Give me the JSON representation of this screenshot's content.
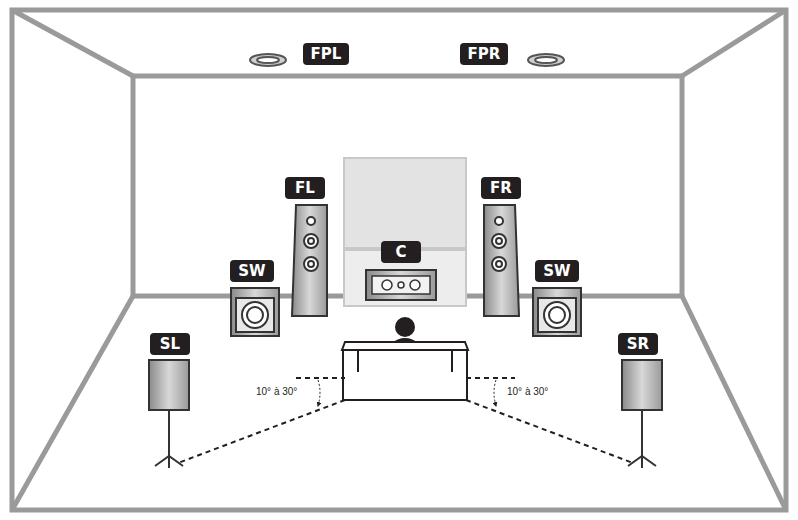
{
  "diagram": {
    "nodes": [
      {
        "text": [
          "FPL"
        ]
      },
      {
        "text": [
          "FPR"
        ]
      },
      {
        "text": [
          "FL"
        ]
      },
      {
        "text": [
          "FR"
        ]
      },
      {
        "text": [
          "SW"
        ]
      },
      {
        "text": [
          "C"
        ]
      },
      {
        "text": [
          "SW"
        ]
      },
      {
        "text": [
          "SL"
        ]
      },
      {
        "text": [
          "SR"
        ]
      }
    ],
    "labels": [
      "10° à 30°",
      "10° à 30°"
    ]
  }
}
